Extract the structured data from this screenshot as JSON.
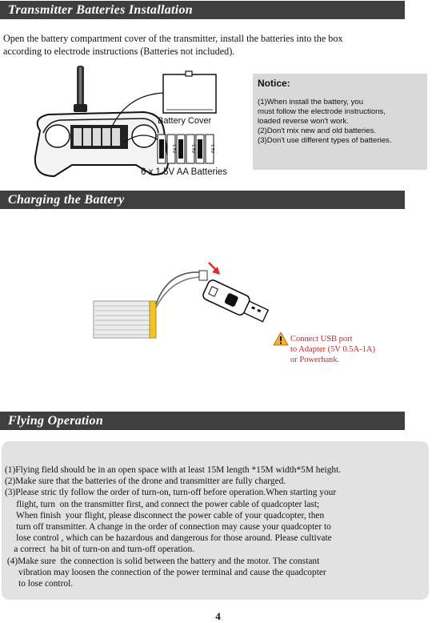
{
  "sections": {
    "transmitter": "Transmitter Batteries Installation",
    "charging": "Charging the Battery",
    "flying": "Flying Operation"
  },
  "intro": {
    "line1": "Open the battery compartment cover of the transmitter, install the batteries into the box",
    "line2": "according to electrode instructions (Batteries not included)."
  },
  "labels": {
    "battery_cover": "Battery Cover",
    "aa_batteries": "6 x 1.5V  AA Batteries",
    "cell": "1.5V"
  },
  "notice": {
    "title": "Notice:",
    "lines": [
      "(1)When install the battery, you",
      "must follow the electrode instructions,",
      "loaded reverse won't work.",
      "(2)Don't mix new and old batteries.",
      "(3)Don't use different types of batteries."
    ]
  },
  "usb_note": {
    "lines": [
      "Connect USB port",
      "to Adapter (5V 0.5A-1A)",
      "or Powerbank."
    ]
  },
  "flying": {
    "lines": [
      "(1)Flying field  should be in an open space with at least 15M length *15M width*5M height.",
      "(2)Make sure  that the batteries of the drone and transmitter are fully charged.",
      "(3)Please stric tly follow the order of turn-on, turn-off before operation.When starting your",
      "     flight, turn  on the transmitter first, and connect the power cable of quadcopter last;",
      "     When finish  your flight, please disconnect the power cable of your quadcopter, then",
      "     turn off transmitter. A change in the order of connection may cause your quadcopter to",
      "     lose control , which can be hazardous and dangerous for those around. Please cultivate",
      "    a correct  ha bit of turn-on and turn-off operation.",
      " (4)Make sure  the connection is solid between the battery and the motor. The constant",
      "      vibration may loosen the connection of the power terminal and cause the quadcopter",
      "      to lose control."
    ]
  },
  "page_number": "4",
  "colors": {
    "banner": "#3f3f3f",
    "notice_bg": "#d9d9d9",
    "flying_bg": "#e2e2e2",
    "warning_text": "#c0282c",
    "warning_icon": "#f2b233",
    "arrow": "#e0282c"
  }
}
